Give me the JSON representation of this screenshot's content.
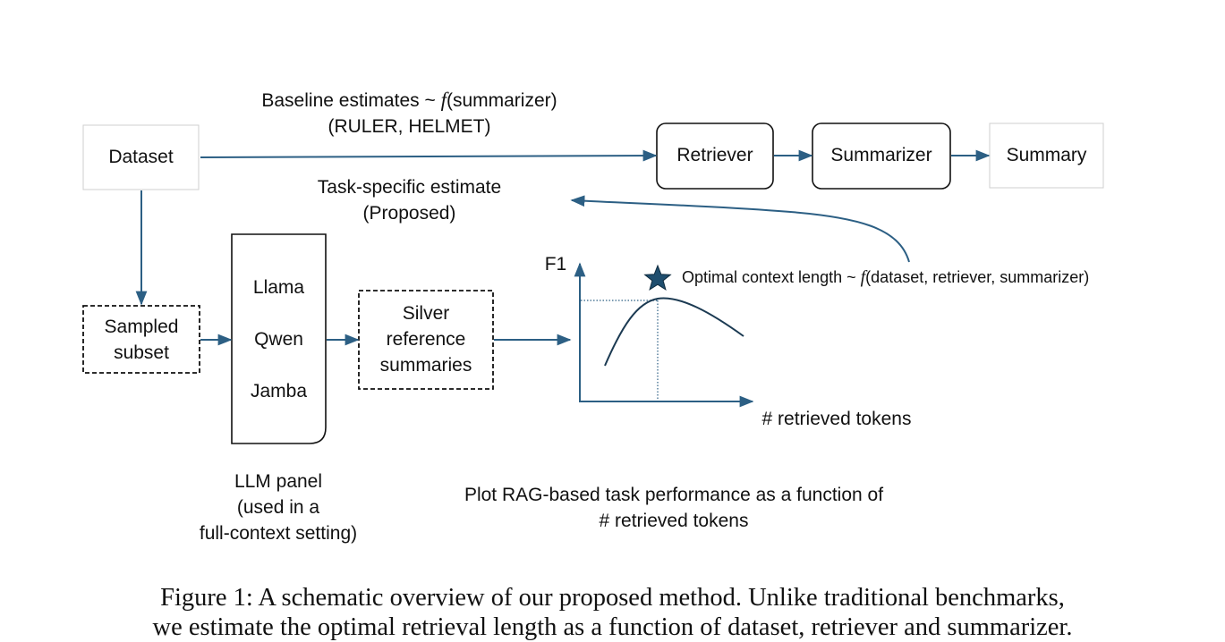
{
  "nodes": {
    "dataset": "Dataset",
    "retriever": "Retriever",
    "summarizer": "Summarizer",
    "summary": "Summary",
    "sampled_subset": [
      "Sampled",
      "subset"
    ],
    "llm_models": [
      "Llama",
      "Qwen",
      "Jamba"
    ],
    "silver_reference": [
      "Silver",
      "reference",
      "summaries"
    ]
  },
  "labels": {
    "baseline_line1_prefix": "Baseline estimates ~ ",
    "baseline_f": "f",
    "baseline_line1_suffix": "(summarizer)",
    "baseline_line2": "(RULER, HELMET)",
    "task_specific_line1": "Task-specific estimate",
    "task_specific_line2": "(Proposed)",
    "llm_panel": [
      "LLM panel",
      "(used in a",
      "full-context setting)"
    ],
    "plot_caption": [
      "Plot RAG-based task performance as a function of",
      "# retrieved tokens"
    ]
  },
  "mini_plot": {
    "y_label": "F1",
    "x_label": "# retrieved tokens",
    "optimal_prefix": "Optimal context length ~ ",
    "optimal_f": "f",
    "optimal_suffix": "(dataset, retriever, summarizer)"
  },
  "colors": {
    "arrow": "#2c5f84",
    "curve": "#1b3a52",
    "star": "#1f4e6e"
  },
  "caption": [
    "Figure 1: A schematic overview of our proposed method. Unlike traditional benchmarks,",
    "we estimate the optimal retrieval length as a function of dataset, retriever and summarizer."
  ]
}
